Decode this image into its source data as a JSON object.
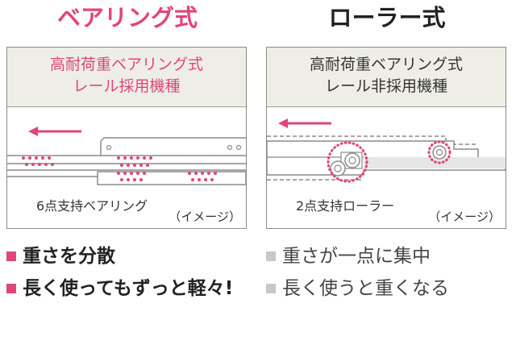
{
  "colors": {
    "accent": "#e0457b",
    "text": "#333333",
    "panel_header_bg": "#eeeee6",
    "gray_bullet": "#c8c8c8"
  },
  "left": {
    "title": "ベアリング式",
    "header_line1": "高耐荷重ベアリング式",
    "header_line2": "レール採用機種",
    "caption": "6点支持ベアリング",
    "image_note": "（イメージ）",
    "bullets": [
      "重さを分散",
      "長く使ってもずっと軽々!"
    ]
  },
  "right": {
    "title": "ローラー式",
    "header_line1": "高耐荷重ベアリング式",
    "header_line2": "レール非採用機種",
    "caption": "2点支持ローラー",
    "image_note": "（イメージ）",
    "bullets": [
      "重さが一点に集中",
      "長く使うと重くなる"
    ]
  }
}
